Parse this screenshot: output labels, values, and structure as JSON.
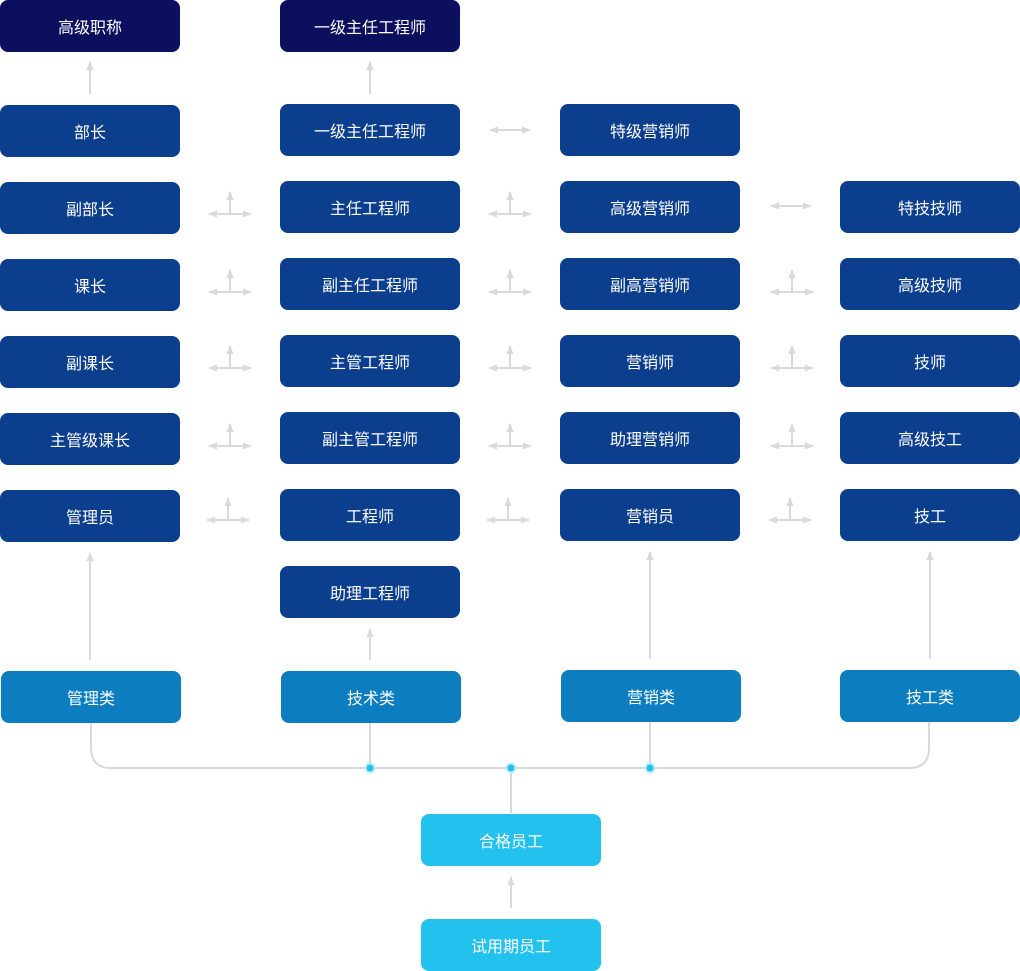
{
  "colors": {
    "top_level": "#0b0f5e",
    "career_level": "#0c3e8e",
    "category": "#0c7dbf",
    "entry": "#23c1ee",
    "connector": "#d9d9d9",
    "junction_dot": "#23c1ee"
  },
  "management": {
    "top": "高级职称",
    "levels": [
      "部长",
      "副部长",
      "课长",
      "副课长",
      "主管级课长",
      "管理员"
    ],
    "category": "管理类"
  },
  "technical": {
    "top": "一级主任工程师",
    "levels": [
      "一级主任工程师",
      "主任工程师",
      "副主任工程师",
      "主管工程师",
      "副主管工程师",
      "工程师",
      "助理工程师"
    ],
    "category": "技术类"
  },
  "marketing": {
    "levels": [
      "特级营销师",
      "高级营销师",
      "副高营销师",
      "营销师",
      "助理营销师",
      "营销员"
    ],
    "category": "营销类"
  },
  "technician": {
    "levels": [
      "特技技师",
      "高级技师",
      "技师",
      "高级技工",
      "技工"
    ],
    "category": "技工类"
  },
  "entry": {
    "qualified": "合格员工",
    "probation": "试用期员工"
  }
}
